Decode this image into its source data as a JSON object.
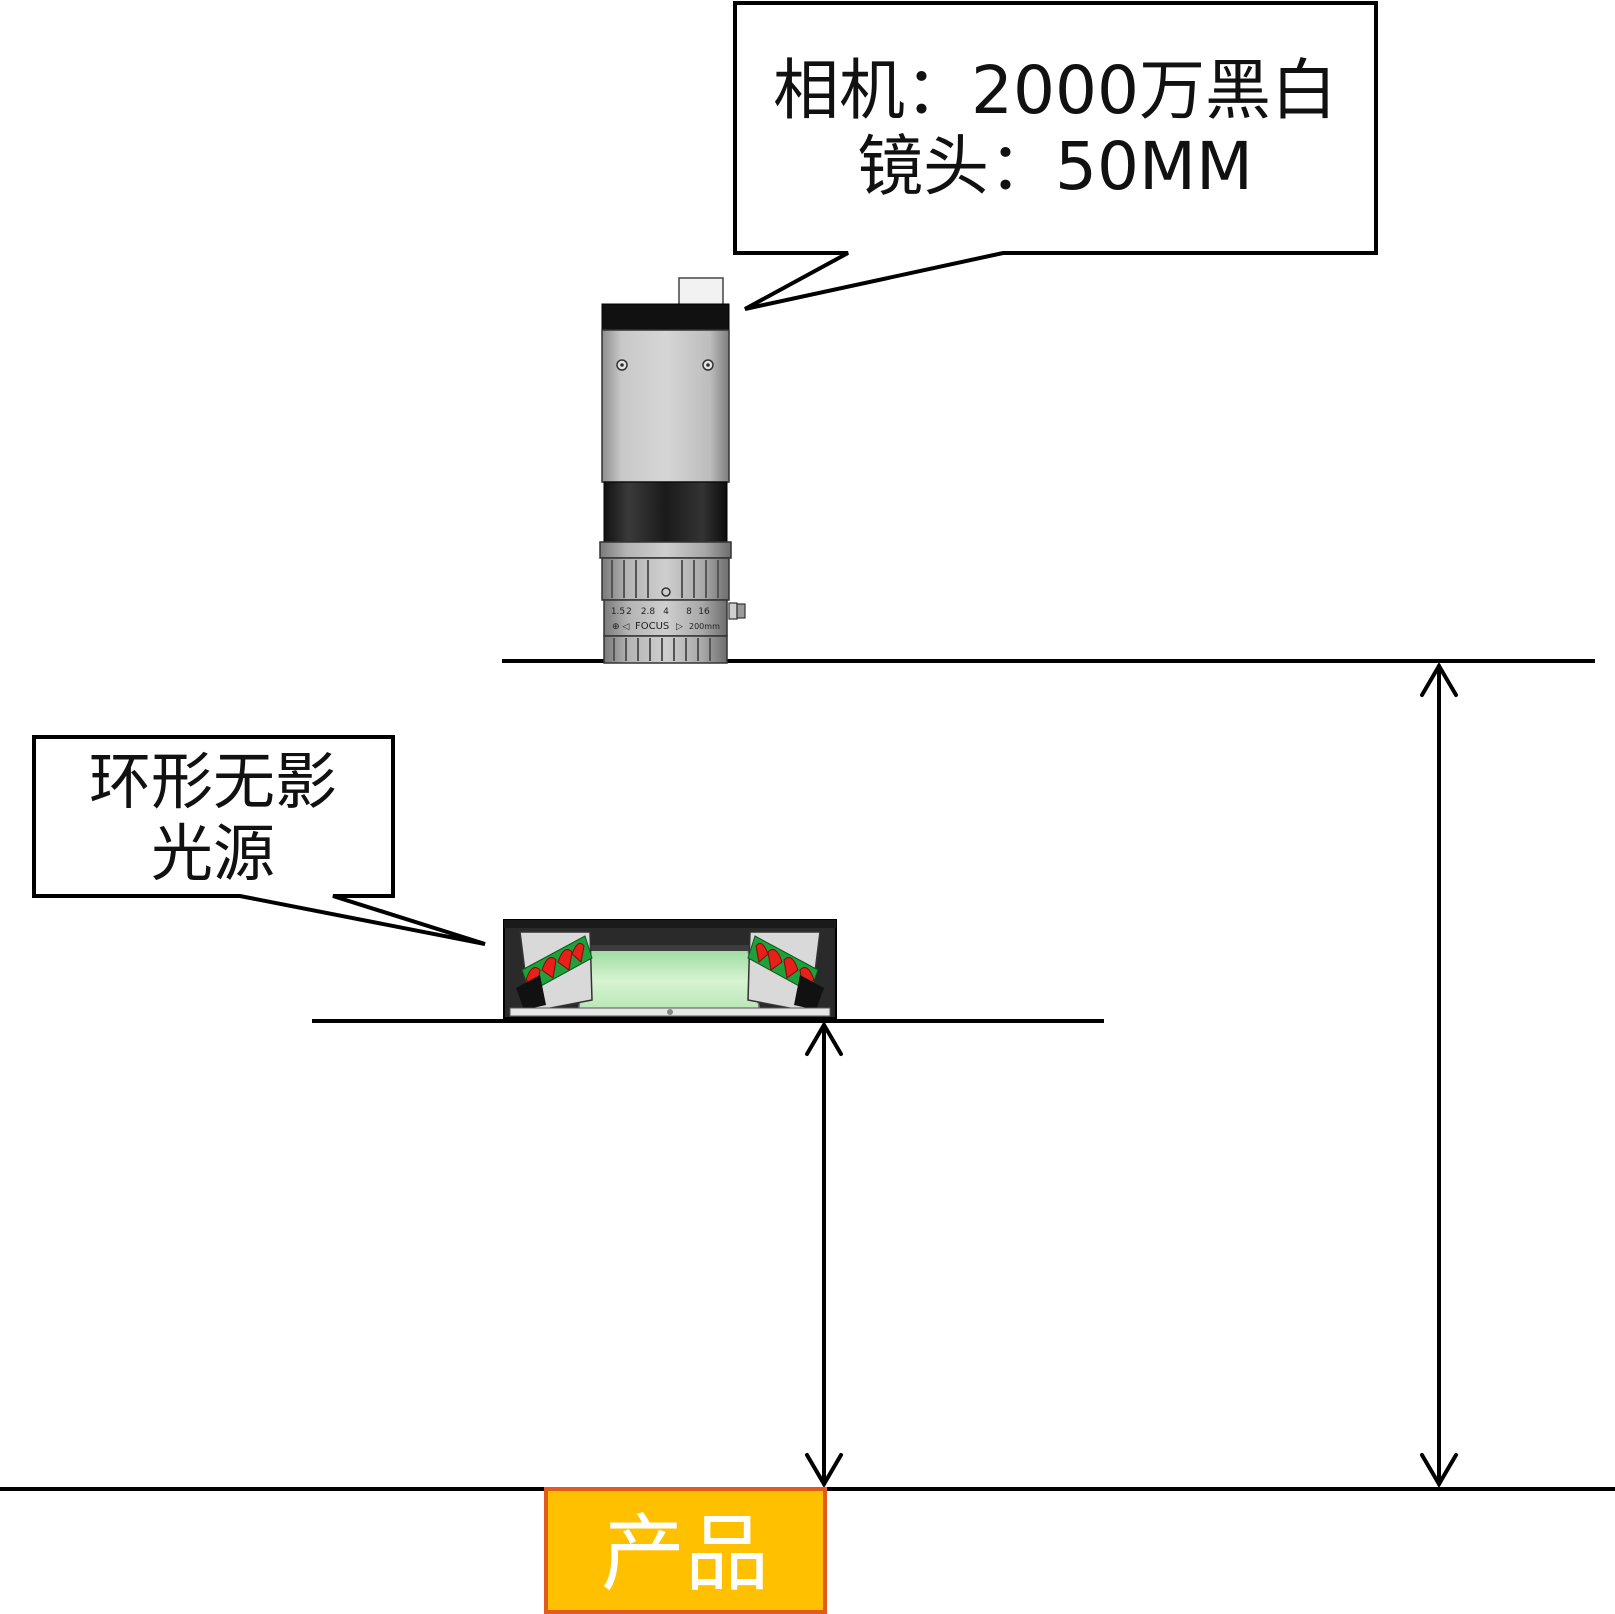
{
  "camera_callout": {
    "line1": "相机：2000万黑白",
    "line2": "镜头：50MM"
  },
  "light_callout": {
    "line1": "环形无影",
    "line2": "光源"
  },
  "product": {
    "label": "产品"
  },
  "lens_markings": {
    "f_numbers": [
      "1.5",
      "2",
      "2.8",
      "4",
      "8",
      "16"
    ],
    "focus": "FOCUS",
    "distance": "200mm"
  },
  "colors": {
    "product_fill": "#ffc000",
    "product_border": "#e35b1c",
    "led_red": "#e8201a",
    "led_green": "#1fa03a",
    "diffuser": "#c8ecc4"
  }
}
